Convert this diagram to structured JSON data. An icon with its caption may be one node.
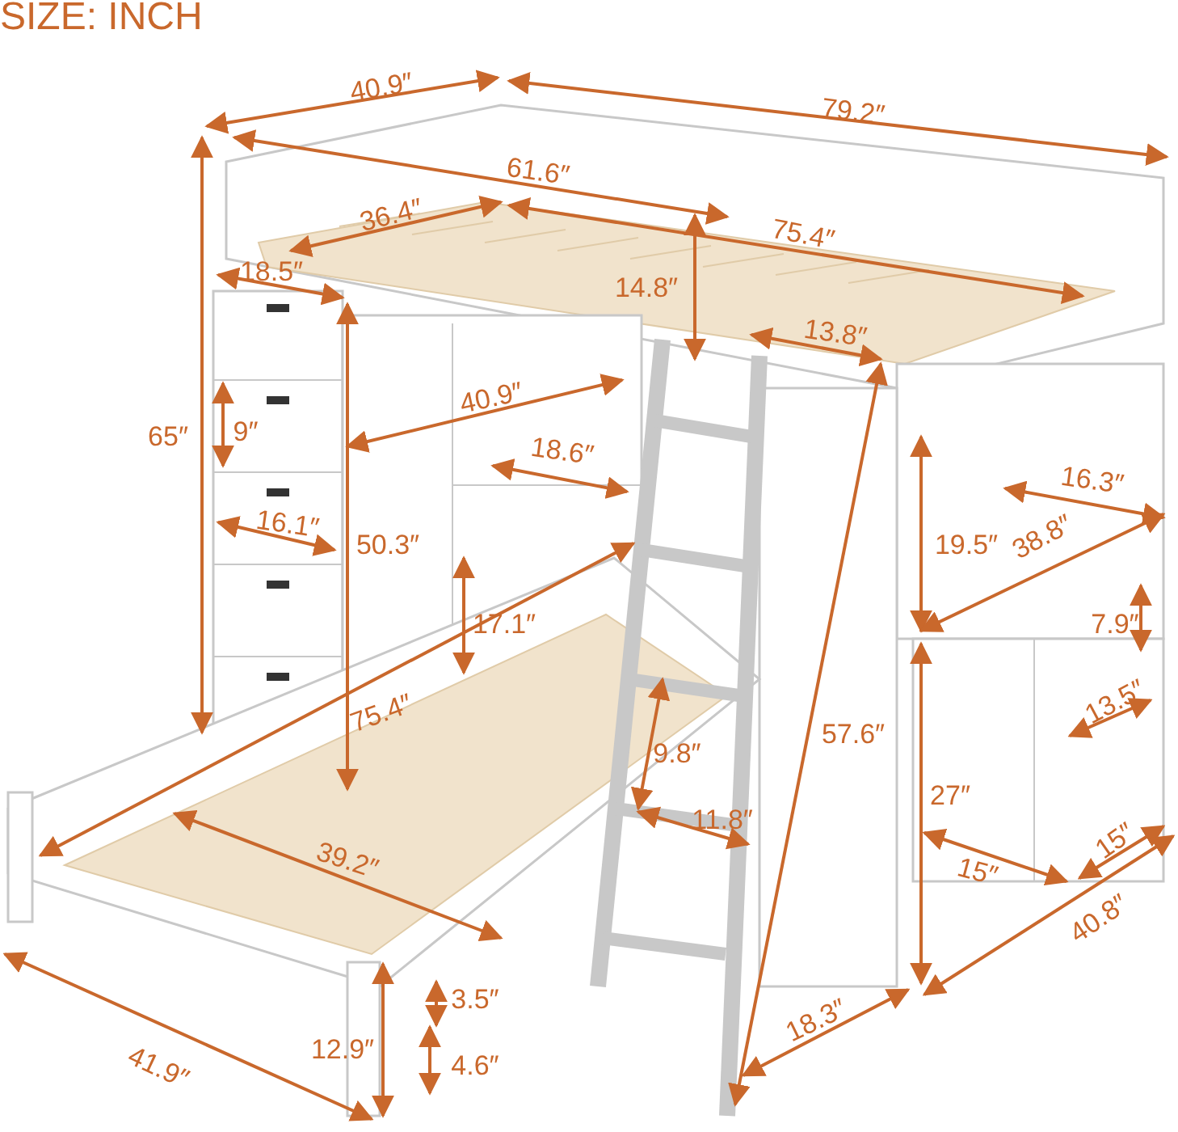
{
  "diagram": {
    "title": "SIZE: INCH",
    "labels": [
      "40.9″",
      "79.2″",
      "61.6″",
      "36.4″",
      "75.4″",
      "18.5″",
      "14.8″",
      "13.8″",
      "40.9″",
      "65″",
      "9″",
      "18.6″",
      "16.3″",
      "16.1″",
      "50.3″",
      "19.5″",
      "38.8″",
      "17.1″",
      "7.9″",
      "75.4″",
      "13.5″",
      "57.6″",
      "9.8″",
      "27″",
      "11.8″",
      "39.2″",
      "15″",
      "15″",
      "40.8″",
      "3.5″",
      "12.9″",
      "18.3″",
      "4.6″",
      "41.9″"
    ]
  }
}
